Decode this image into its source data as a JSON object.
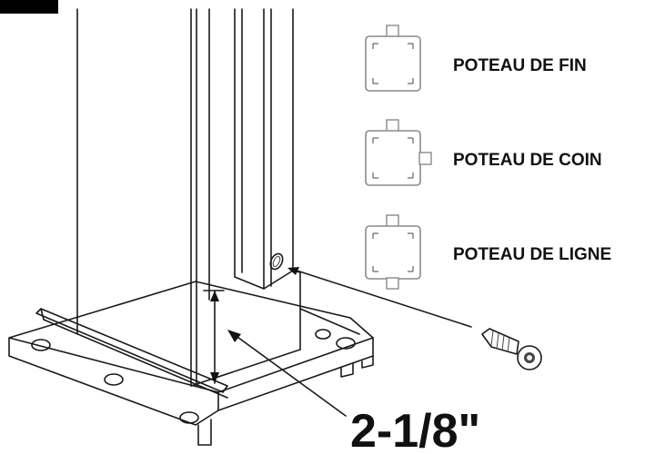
{
  "figure": {
    "dimension_label": "2-1/8\"",
    "post_types": [
      {
        "label": "POTEAU DE FIN",
        "icon": "end-post-icon"
      },
      {
        "label": "POTEAU DE COIN",
        "icon": "corner-post-icon"
      },
      {
        "label": "POTEAU DE LIGNE",
        "icon": "line-post-icon"
      }
    ]
  }
}
